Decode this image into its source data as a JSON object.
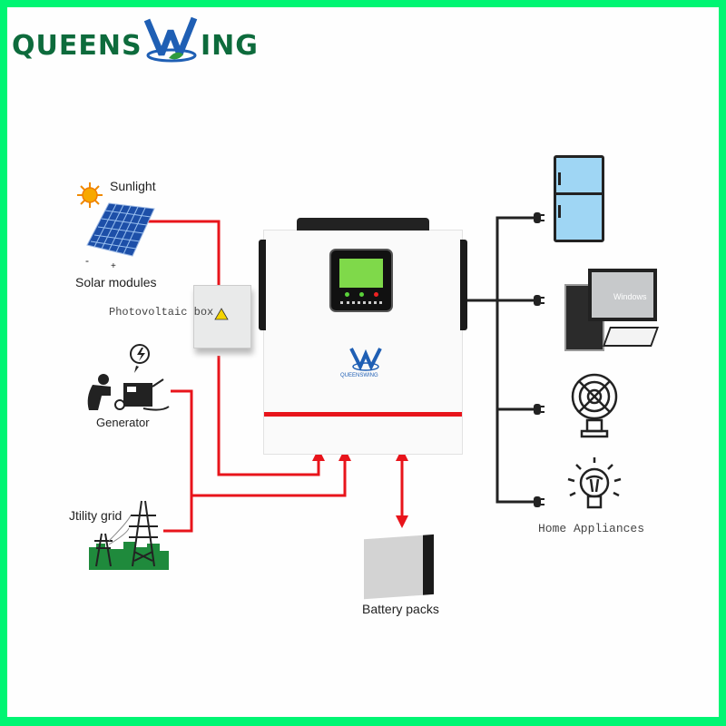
{
  "brand": {
    "left": "QUEENS",
    "right": "ING",
    "mark": "W",
    "inverter_label": "QUEENSWING"
  },
  "colors": {
    "border": "#00f573",
    "wire_ac": "#e8141b",
    "wire_load": "#222222",
    "brand_green": "#0d6b3c",
    "brand_blue": "#1f5fb4",
    "lcd": "#7fd94a"
  },
  "sources": {
    "sunlight": "Sunlight",
    "solar": "Solar modules",
    "polarity_minus": "-",
    "polarity_plus": "+",
    "pv_box": "Photovoltaic box",
    "generator": "Generator",
    "grid": "Jtility grid"
  },
  "storage": {
    "battery": "Battery packs"
  },
  "loads": {
    "title": "Home Appliances",
    "items": [
      "refrigerator",
      "computer",
      "fan",
      "light-bulb"
    ],
    "screen_text": "Windows"
  }
}
